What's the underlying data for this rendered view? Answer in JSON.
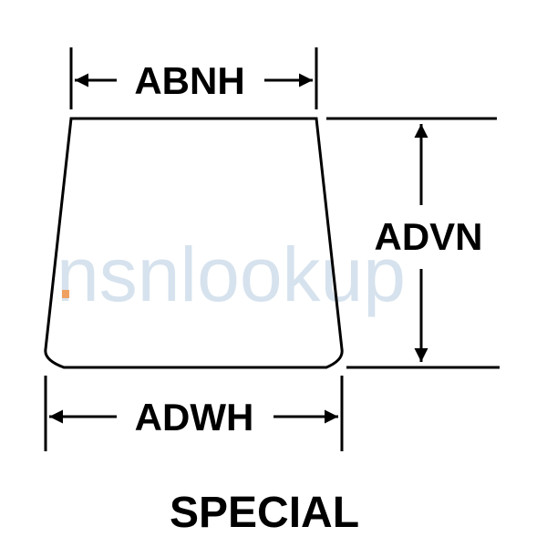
{
  "diagram": {
    "top_width_label": "ABNH",
    "bottom_width_label": "ADWH",
    "height_label": "ADVN",
    "shape_name": "SPECIAL"
  },
  "watermark": {
    "text": "nsnlookup",
    "accent_color": "#f0a060"
  }
}
